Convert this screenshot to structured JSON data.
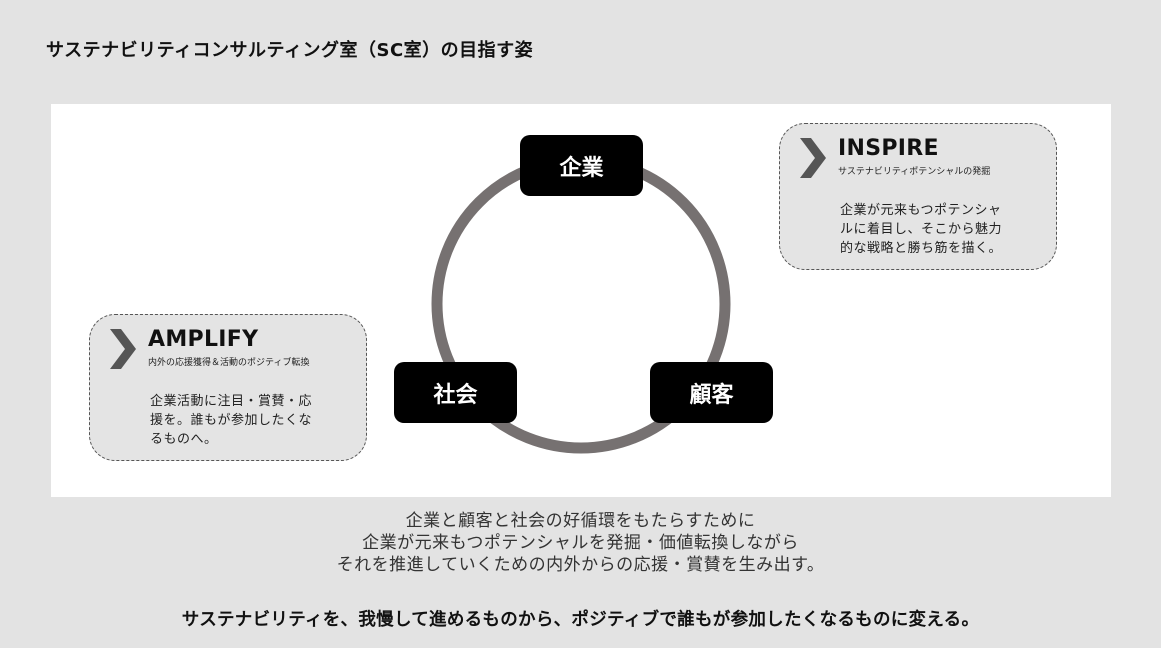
{
  "title": "サステナビリティコンサルティング室（SC室）の目指す姿",
  "cycle": {
    "nodes": {
      "top": "企業",
      "left": "社会",
      "right": "顧客"
    }
  },
  "inspire": {
    "title": "INSPIRE",
    "subtitle": "サステナビリティポテンシャルの発掘",
    "body": [
      "企業が元来もつポテンシャ",
      "ルに着目し、そこから魅力",
      "的な戦略と勝ち筋を描く。"
    ]
  },
  "amplify": {
    "title": "AMPLIFY",
    "subtitle": "内外の応援獲得＆活動のポジティブ転換",
    "body": [
      "企業活動に注目・賞賛・応",
      "援を。誰もが参加したくな",
      "るものへ。"
    ]
  },
  "summary": [
    "企業と顧客と社会の好循環をもたらすために",
    "企業が元来もつポテンシャルを発掘・価値転換しながら",
    "それを推進していくための内外からの応援・賞賛を生み出す。"
  ],
  "tagline": "サステナビリティを、我慢して進めるものから、ポジティブで誰もが参加したくなるものに変える。",
  "colors": {
    "background": "#e3e3e3",
    "panel": "#ffffff",
    "node": "#000000",
    "ring": "#767171",
    "card": "#e4e4e4",
    "chevron": "#555555"
  },
  "icons": {
    "card_marker": "chevron-right-icon"
  }
}
